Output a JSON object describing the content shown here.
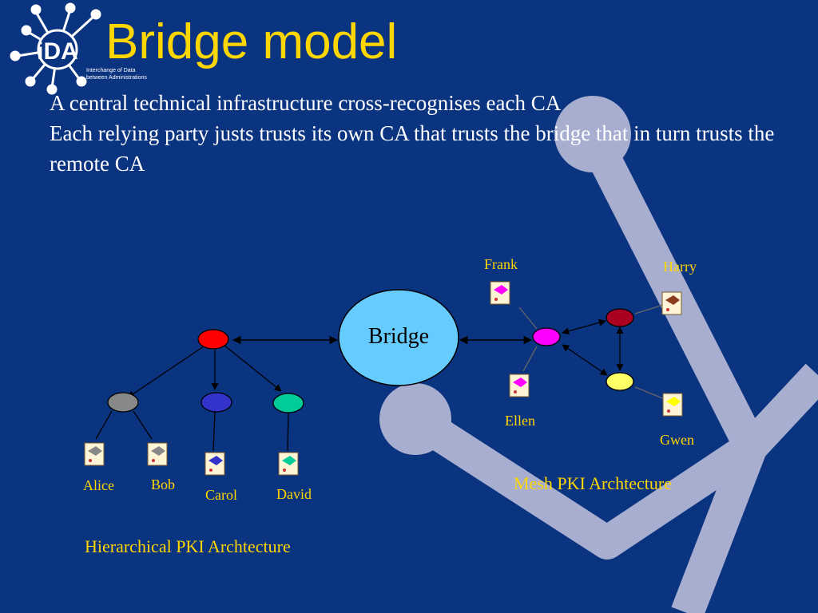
{
  "slide": {
    "title": "Bridge model",
    "bullets": [
      "A central technical infrastructure cross-recognises each CA",
      "Each relying party justs trusts its own CA that trusts the bridge that in turn trusts the remote CA"
    ]
  },
  "logo": {
    "letters": "iDA",
    "tagline_1": "Interchange of Data",
    "tagline_2": "between Administrations"
  },
  "diagram": {
    "bridge_label": "Bridge",
    "hierarchical_caption": "Hierarchical PKI Archtecture",
    "mesh_caption": "Mesh PKI Archtecture",
    "people": {
      "alice": "Alice",
      "bob": "Bob",
      "carol": "Carol",
      "david": "David",
      "frank": "Frank",
      "harry": "Harry",
      "ellen": "Ellen",
      "gwen": "Gwen"
    },
    "colors": {
      "background": "#0a3380",
      "title": "#ffd700",
      "bridge": "#66ccff",
      "root_ca": "#ff0000",
      "ca_alice_bob": "#888888",
      "ca_carol": "#3333cc",
      "ca_david": "#00cc99",
      "mesh_frank_ellen": "#ff00ff",
      "mesh_harry": "#aa0022",
      "mesh_gwen": "#ffff66"
    }
  }
}
